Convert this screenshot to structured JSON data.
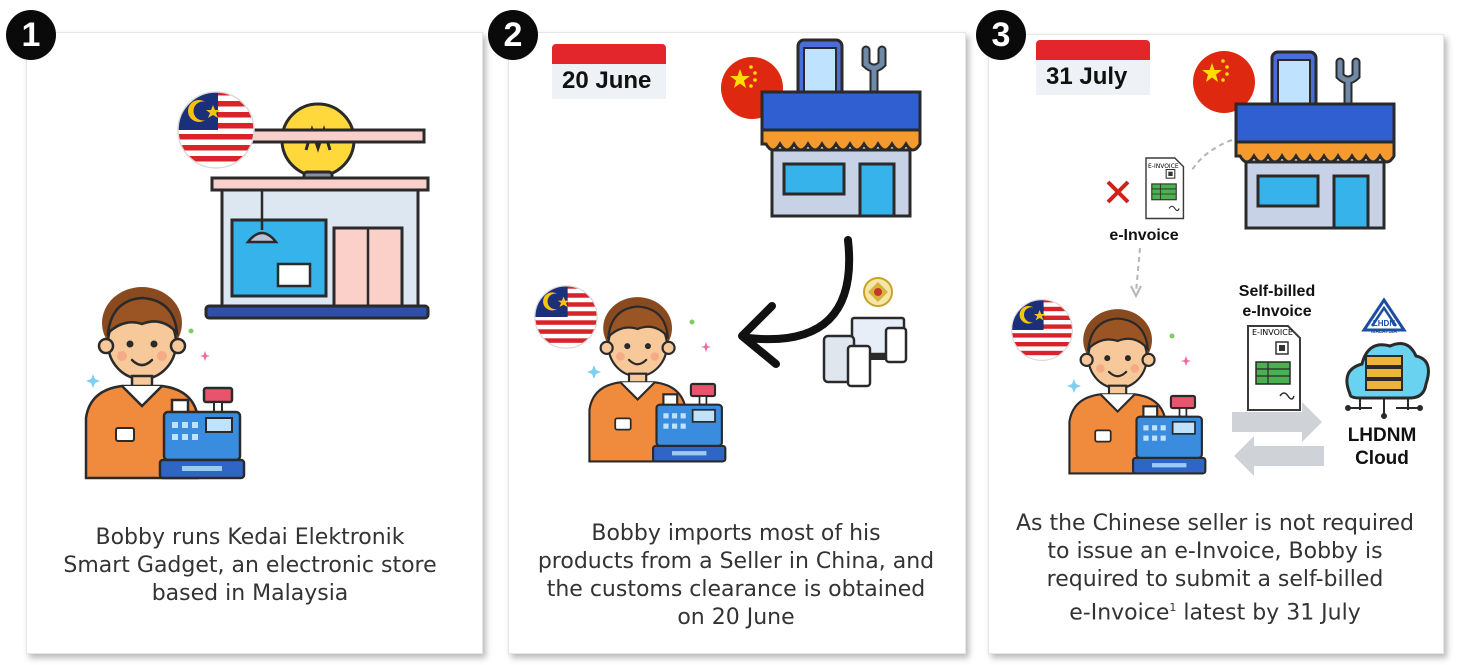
{
  "steps": [
    {
      "number": "1",
      "caption_lines": [
        "Bobby runs Kedai Elektronik",
        "Smart Gadget, an electronic store",
        "based in Malaysia"
      ]
    },
    {
      "number": "2",
      "date": "20 June",
      "caption_lines": [
        "Bobby imports most of his",
        "products from a Seller in China, and",
        "the customs clearance is obtained",
        "on 20 June"
      ]
    },
    {
      "number": "3",
      "date": "31 July",
      "einvoice_label": "e-Invoice",
      "doc_header": "E-INVOICE",
      "self_billed_line1": "Self-billed",
      "self_billed_line2": "e-Invoice",
      "lhdn_logo_text": "LHDN",
      "lhdn_logo_sub": "MALAYSIA",
      "cloud_line1": "LHDNM",
      "cloud_line2": "Cloud",
      "caption_lines": [
        "As the Chinese seller is not required",
        "to issue an e-Invoice, Bobby is",
        "required to submit a self-billed",
        "e-Invoice",
        "1",
        " latest by 31 July"
      ]
    }
  ],
  "colors": {
    "badge": "#0a0a0a",
    "calendar_red": "#e2262b",
    "china_red": "#de2910",
    "store_blue": "#2f5fd0",
    "awning_orange": "#f59a2e",
    "shirt_orange": "#f08a3c",
    "register_blue": "#3a8dde",
    "doc_green": "#4caf50",
    "cross_red": "#d0201a",
    "arrow_grey": "#cfd3d8"
  },
  "icons": [
    "malaysia-flag-icon",
    "china-flag-icon",
    "shop-icon",
    "cashier-icon",
    "calendar-icon",
    "customs-emblem-icon",
    "devices-icon",
    "invoice-document-icon",
    "cloud-server-icon",
    "lhdn-logo-icon",
    "lightbulb-icon",
    "cross-icon",
    "exchange-arrows-icon"
  ]
}
